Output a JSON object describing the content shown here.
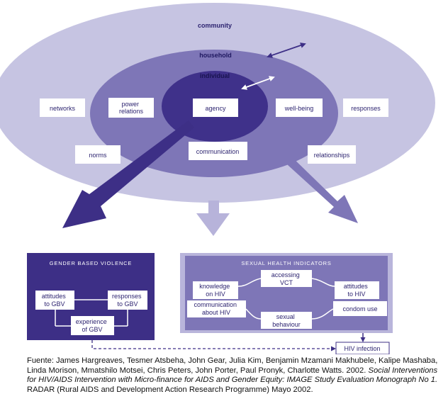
{
  "diagram": {
    "levels": {
      "community": "community",
      "household": "household",
      "individual": "individual"
    },
    "boxes": {
      "networks": "networks",
      "power_relations": [
        "power",
        "relations"
      ],
      "agency": "agency",
      "well_being": "well-being",
      "responses": "responses",
      "norms": "norms",
      "communication": "communication",
      "relationships": "relationships"
    },
    "gbv_panel": {
      "title": "GENDER BASED VIOLENCE",
      "attitudes": [
        "attitudes",
        "to GBV"
      ],
      "responses": [
        "responses",
        "to GBV"
      ],
      "experience": [
        "experience",
        "of GBV"
      ]
    },
    "shi_panel": {
      "title": "SEXUAL HEALTH INDICATORS",
      "knowledge": [
        "knowledge",
        "on HIV"
      ],
      "accessing": [
        "accessing",
        "VCT"
      ],
      "attitudes": [
        "attitudes",
        "to HIV"
      ],
      "communication": [
        "communication",
        "about HIV"
      ],
      "condom": "condom use",
      "sexual": [
        "sexual",
        "behaviour"
      ]
    },
    "hiv_infection": "HIV infection",
    "colors": {
      "outer": "#c6c4e2",
      "middle": "#7e76b7",
      "inner": "#3f318a",
      "dark_arrow": "#3d2f86",
      "light_arrow": "#b7b3da",
      "panel_border": "#b9b5db"
    }
  },
  "caption": {
    "part1": "Fuente: James Hargreaves, Tesmer Atsbeha, John Gear, Julia Kim, Benjamin Mzamani Makhubele, Kalipe Mashaba, Linda Morison, Mmatshilo Motsei, Chris Peters, John Porter, Paul Pronyk, Charlotte Watts. 2002.",
    "italic": "Social Interventions for HIV/AIDS Intervention with Micro-finance for AIDS and Gender Equity: IMAGE Study Evaluation Monograph No 1.",
    "part2": "RADAR (Rural AIDS and Development Action Research Programme) Mayo 2002."
  }
}
